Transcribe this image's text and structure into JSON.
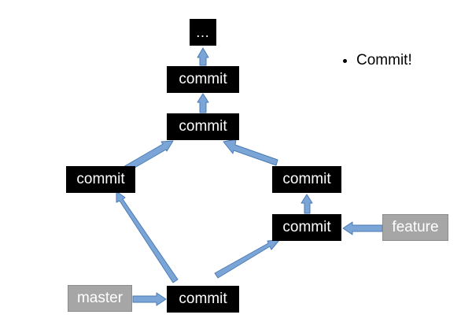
{
  "diagram": {
    "nodes": {
      "ellipsis": "…",
      "commit_top": "commit",
      "commit_merge": "commit",
      "commit_left": "commit",
      "commit_right_upper": "commit",
      "commit_right_lower": "commit",
      "commit_base": "commit"
    },
    "branch_labels": {
      "master": "master",
      "feature": "feature"
    },
    "bullet_text": "Commit!",
    "colors": {
      "commit_box": "#000000",
      "label_box": "#a6a6a6",
      "arrow_fill": "#7aa5d6",
      "arrow_stroke": "#4a7bb5"
    }
  }
}
